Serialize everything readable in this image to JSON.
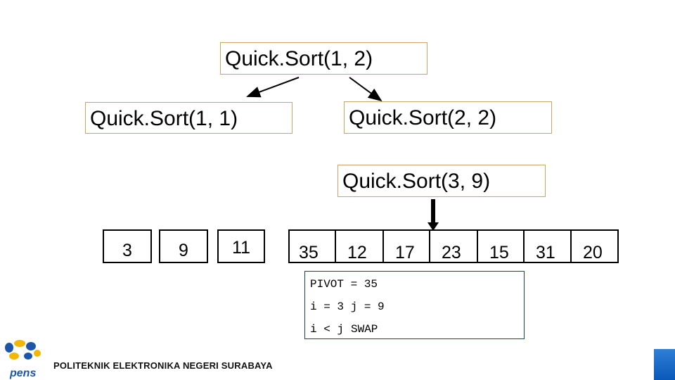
{
  "calls": {
    "root": "Quick.Sort(1, 2)",
    "left": "Quick.Sort(1, 1)",
    "right": "Quick.Sort(2, 2)",
    "current": "Quick.Sort(3, 9)"
  },
  "array": [
    "3",
    "9",
    "11",
    "35",
    "12",
    "17",
    "23",
    "15",
    "31",
    "20"
  ],
  "trace": {
    "pivot": "PIVOT = 35",
    "indices": "i = 3 j = 9",
    "comparison": "i < j",
    "action": "SWAP"
  },
  "footer": {
    "institution": "POLITEKNIK ELEKTRONIKA NEGERI SURABAYA",
    "logo_text": "pens"
  },
  "colors": {
    "call_box_border": "#c8a66a",
    "trace_border": "#1a3a8c",
    "footer_accent": "#0a58b8",
    "logo_blue": "#1d56a8",
    "logo_yellow": "#f2b705"
  }
}
